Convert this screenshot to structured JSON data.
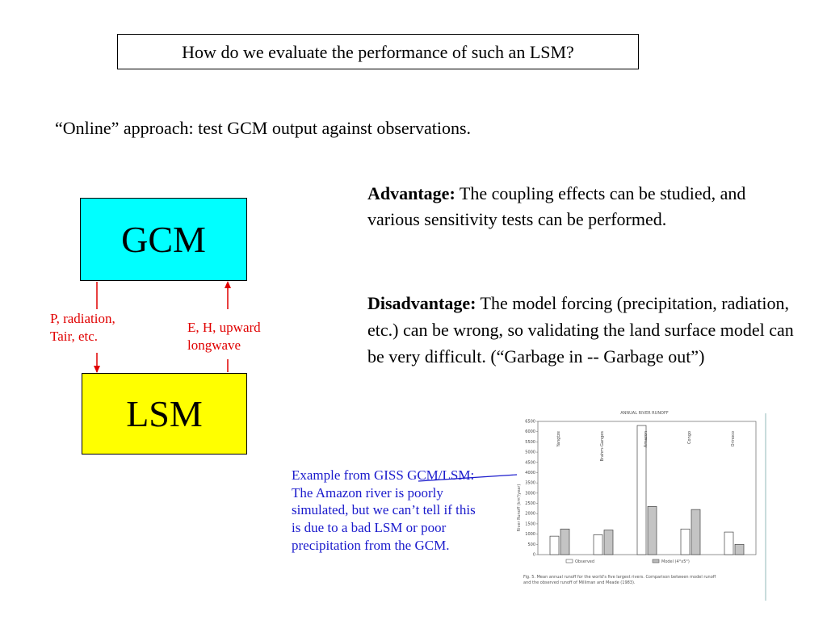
{
  "title": "How do we evaluate the performance of such an LSM?",
  "online_text": "“Online” approach: test GCM output against observations.",
  "diagram": {
    "gcm_label": "GCM",
    "lsm_label": "LSM",
    "down_label_line1": "P, radiation,",
    "down_label_line2": "Tair, etc.",
    "up_label_line1": "E, H, upward",
    "up_label_line2": "longwave",
    "arrow_color": "#e00000"
  },
  "advantage": {
    "heading": "Advantage:",
    "text": " The coupling effects can be studied, and various sensitivity tests can be performed."
  },
  "disadvantage": {
    "heading": "Disadvantage:",
    "text": " The model forcing (precipitation, radiation, etc.) can be wrong, so validating the land surface model can be very difficult.  (“Garbage in -- Garbage out”)"
  },
  "example_caption": "Example from GISS GCM/LSM:  The Amazon river is poorly simulated, but we can’t tell if this is due to a bad LSM or poor precipitation from the GCM.",
  "figure": {
    "title": "ANNUAL RIVER RUNOFF",
    "ylabel": "River Runoff (km³/year)",
    "rivers": [
      "Yangtze",
      "Brahm-Ganges",
      "Amazon",
      "Congo",
      "Orinoco"
    ],
    "legend_observed": "Observed",
    "legend_model": "Model (4°x5°)",
    "footnote_line1": "Fig. 5. Mean annual runoff for the world's five largest rivers. Comparison between model runoff",
    "footnote_line2": "and the observed runoff of Milliman and Meade (1983).",
    "yticks": [
      "6500",
      "6000",
      "5500",
      "5000",
      "4500",
      "4000",
      "3500",
      "3000",
      "2500",
      "2000",
      "1500",
      "1000",
      "500",
      "0"
    ]
  },
  "chart_data": {
    "type": "bar",
    "title": "ANNUAL RIVER RUNOFF",
    "ylabel": "River Runoff (km³/year)",
    "categories": [
      "Yangtze",
      "Brahm-Ganges",
      "Amazon",
      "Congo",
      "Orinoco"
    ],
    "ylim": [
      0,
      6500
    ],
    "series": [
      {
        "name": "Observed",
        "values": [
          900,
          970,
          6300,
          1250,
          1100
        ]
      },
      {
        "name": "Model (4°x5°)",
        "values": [
          1250,
          1200,
          2350,
          2200,
          500
        ]
      }
    ]
  }
}
